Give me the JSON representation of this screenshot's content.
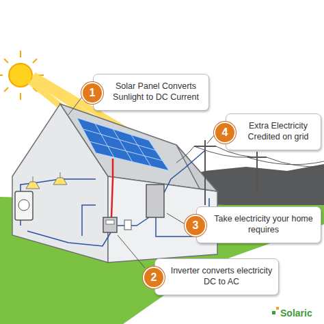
{
  "diagram": {
    "nodes": [
      {
        "text": [
          "1",
          "Solar Panel Converts Sunlight to DC Current"
        ]
      },
      {
        "text": [
          "4",
          "Extra Electricity Credited on grid"
        ]
      },
      {
        "text": [
          "3",
          "Take electricity your home requires"
        ]
      },
      {
        "text": [
          "2",
          "Inverter converts electricity DC to AC"
        ]
      }
    ],
    "labels": [
      "Solaric"
    ]
  }
}
